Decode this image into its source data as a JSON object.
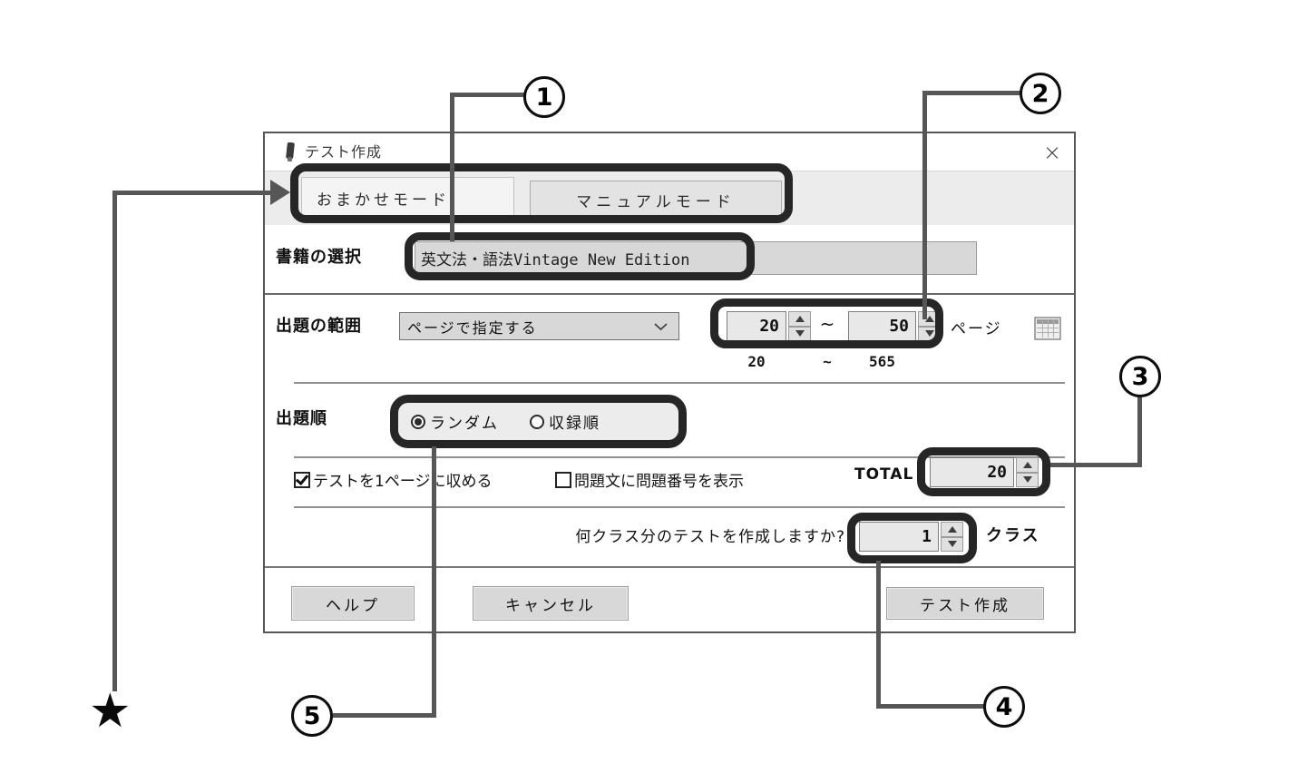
{
  "window": {
    "title": "テスト作成",
    "close_glyph": "×"
  },
  "tabs": [
    {
      "label": "おまかせモード",
      "selected": true
    },
    {
      "label": "マニュアルモード",
      "selected": false
    }
  ],
  "book": {
    "label": "書籍の選択",
    "value": "英文法・語法Vintage New Edition"
  },
  "range": {
    "label": "出題の範囲",
    "dropdown_value": "ページで指定する",
    "from_value": "20",
    "to_value": "50",
    "tilde": "~",
    "unit": "ページ",
    "min": "20",
    "max": "565"
  },
  "order": {
    "label": "出題順",
    "options": [
      {
        "label": "ランダム",
        "selected": true
      },
      {
        "label": "収録順",
        "selected": false
      }
    ]
  },
  "options": {
    "fit_one_page": {
      "label": "テストを1ページに収める",
      "checked": true
    },
    "show_numbers": {
      "label": "問題文に問題番号を表示",
      "checked": false
    },
    "total_label": "TOTAL",
    "total_value": "20"
  },
  "classes": {
    "question": "何クラス分のテストを作成しますか?",
    "value": "1",
    "unit": "クラス"
  },
  "buttons": {
    "help": "ヘルプ",
    "cancel": "キャンセル",
    "create": "テスト作成"
  },
  "annotations": {
    "callouts": [
      {
        "label": "1"
      },
      {
        "label": "2"
      },
      {
        "label": "3"
      },
      {
        "label": "4"
      },
      {
        "label": "5"
      }
    ],
    "star": "★"
  },
  "colors": {
    "highlight_border": "#262626",
    "callout_line": "#565656",
    "field_bg": "#d8d8d8",
    "spin_field_bg": "#e8e8e8",
    "tabstrip_bg": "#ececec"
  }
}
